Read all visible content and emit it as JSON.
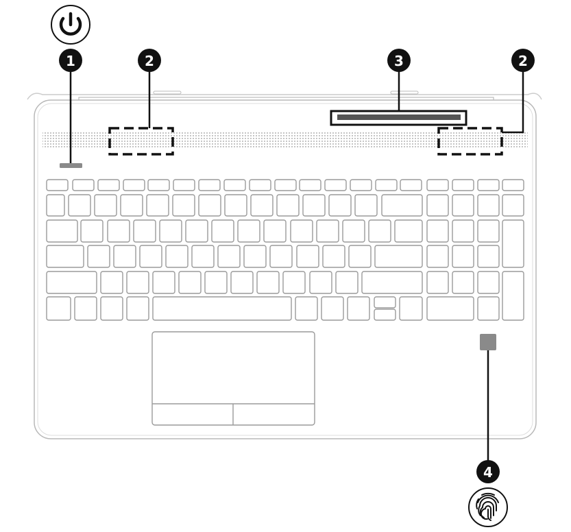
{
  "callouts": [
    {
      "number": "1",
      "target": "power-button"
    },
    {
      "number": "2",
      "target": "speaker-left"
    },
    {
      "number": "3",
      "target": "vent"
    },
    {
      "number": "2",
      "target": "speaker-right"
    },
    {
      "number": "4",
      "target": "fingerprint-reader"
    }
  ],
  "icons": {
    "power": "power-icon",
    "fingerprint": "fingerprint-icon"
  },
  "colors": {
    "callout": "#111111",
    "outline": "#9a9a9a",
    "power_button": "#8a8a8a",
    "vent_bar": "#555555"
  }
}
